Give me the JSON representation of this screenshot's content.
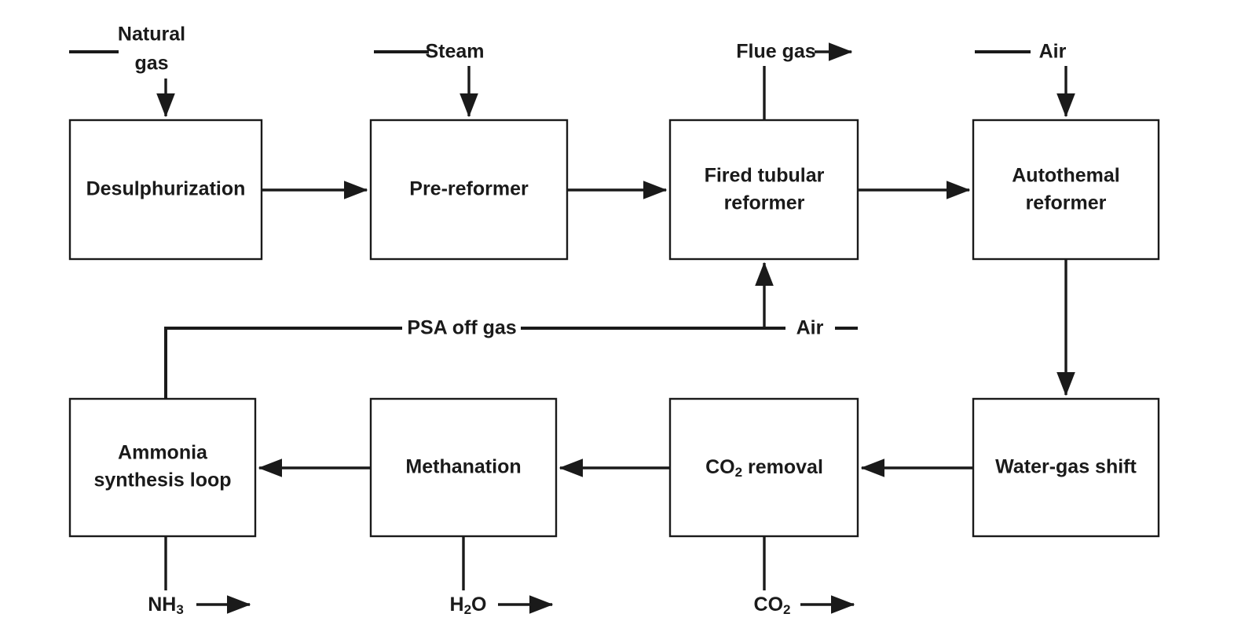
{
  "diagram": {
    "type": "process-flow-diagram",
    "title": "Ammonia production process flow diagram",
    "stroke_color": "#1a1a1a",
    "background_color": "#ffffff",
    "units": [
      {
        "id": "desulphurization",
        "label": "Desulphurization",
        "label_lines": [
          "Desulphurization"
        ]
      },
      {
        "id": "pre-reformer",
        "label": "Pre-reformer",
        "label_lines": [
          "Pre-reformer"
        ]
      },
      {
        "id": "fired-tubular-reformer",
        "label": "Fired tubular reformer",
        "label_lines": [
          "Fired tubular",
          "reformer"
        ]
      },
      {
        "id": "autothemal-reformer",
        "label": "Autothemal reformer",
        "label_lines": [
          "Autothemal",
          "reformer"
        ]
      },
      {
        "id": "water-gas-shift",
        "label": "Water-gas shift",
        "label_lines": [
          "Water-gas shift"
        ]
      },
      {
        "id": "co2-removal",
        "label": "CO2 removal",
        "label_main": "CO",
        "label_sub": "2",
        "label_tail": " removal"
      },
      {
        "id": "methanation",
        "label": "Methanation",
        "label_lines": [
          "Methanation"
        ]
      },
      {
        "id": "ammonia-synthesis-loop",
        "label": "Ammonia synthesis loop",
        "label_lines": [
          "Ammonia",
          "synthesis loop"
        ]
      }
    ],
    "streams": [
      {
        "id": "natural-gas",
        "label_lines": [
          "Natural",
          "gas"
        ],
        "kind": "feed"
      },
      {
        "id": "steam",
        "label": "Steam",
        "kind": "feed"
      },
      {
        "id": "flue-gas",
        "label": "Flue gas",
        "kind": "product"
      },
      {
        "id": "air-top",
        "label": "Air",
        "kind": "feed"
      },
      {
        "id": "air-mid",
        "label": "Air",
        "kind": "feed"
      },
      {
        "id": "psa-off-gas",
        "label": "PSA off gas",
        "kind": "recycle"
      },
      {
        "id": "ammonia-product",
        "label_main": "NH",
        "label_sub": "3",
        "kind": "product"
      },
      {
        "id": "water-product",
        "label_main": "H",
        "label_sub": "2",
        "label_tail": "O",
        "kind": "product"
      },
      {
        "id": "co2-product",
        "label_main": "CO",
        "label_sub": "2",
        "kind": "product"
      }
    ]
  }
}
